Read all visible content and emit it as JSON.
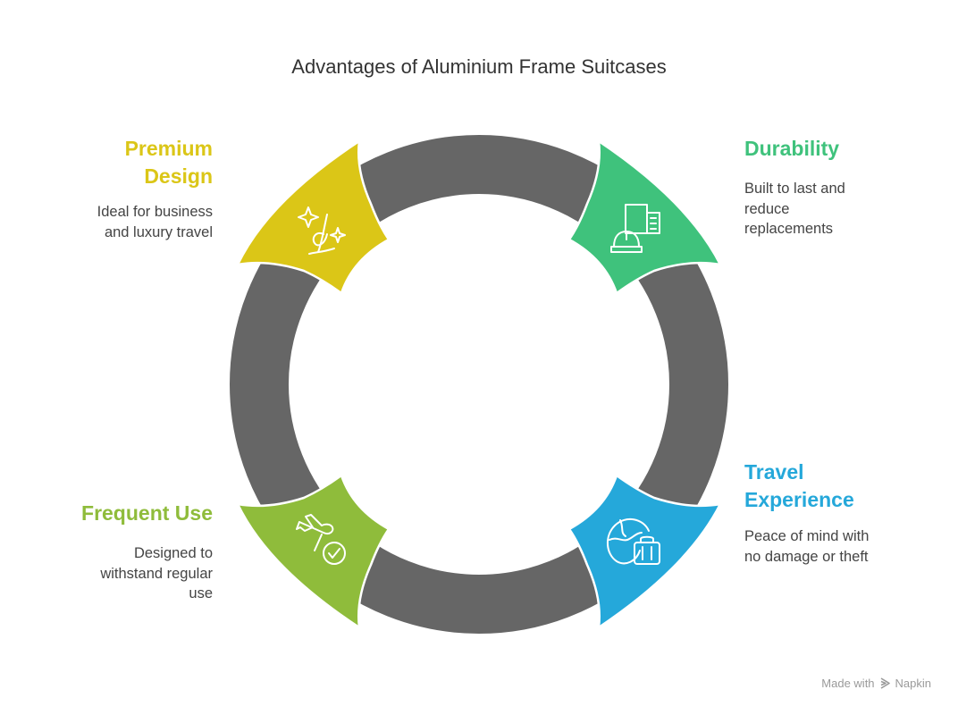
{
  "title": "Advantages of Aluminium Frame Suitcases",
  "segments": [
    {
      "heading": "Premium Design",
      "heading_lines": [
        "Premium",
        "Design"
      ],
      "description_lines": [
        "Ideal for business",
        "and luxury travel"
      ],
      "color": "#DBC617",
      "icon": "signature-sparkle-icon"
    },
    {
      "heading": "Durability",
      "heading_lines": [
        "Durability"
      ],
      "description_lines": [
        "Built to last and",
        "reduce",
        "replacements"
      ],
      "color": "#3FC27C",
      "icon": "hardhat-building-icon"
    },
    {
      "heading": "Travel Experience",
      "heading_lines": [
        "Travel",
        "Experience"
      ],
      "description_lines": [
        "Peace of mind with",
        "no damage or theft"
      ],
      "color": "#25A8DA",
      "icon": "globe-luggage-icon"
    },
    {
      "heading": "Frequent Use",
      "heading_lines": [
        "Frequent Use"
      ],
      "description_lines": [
        "Designed to",
        "withstand regular",
        "use"
      ],
      "color": "#8FBC3B",
      "icon": "plane-check-icon"
    }
  ],
  "ring_color": "#666666",
  "watermark": {
    "prefix": "Made with",
    "brand": "Napkin"
  }
}
